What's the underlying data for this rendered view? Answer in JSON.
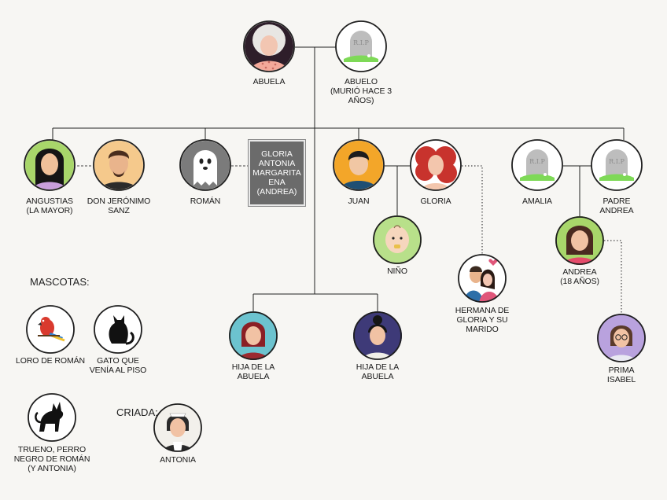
{
  "people": {
    "abuela": "Abuela",
    "abuelo": "Abuelo\n(murió hace 3\naños)",
    "angustias": "Angustias\n(la mayor)",
    "jeronimo": "Don Jerónimo\nSanz",
    "roman": "Román",
    "juan": "Juan",
    "gloria": "Gloria",
    "amalia": "Amalia",
    "padre_andrea": "Padre Andrea",
    "nino": "Niño",
    "andrea": "Andrea\n(18 años)",
    "hermana_gloria": "Hermana de\nGloria y su\nmarido",
    "prima_isabel": "Prima Isabel",
    "hija1": "Hija de la\nabuela",
    "hija2": "Hija de la\nabuela",
    "loro": "Loro de Román",
    "gato": "Gato que\nvenía al piso",
    "trueno": "Trueno, perro\nnegro de Román\n(y Antonia)",
    "antonia": "Antonia"
  },
  "note_box": "Gloria\nAntonia\nMargarita\nEna\n(Andrea)",
  "sections": {
    "mascotas": "Mascotas:",
    "criada": "Criada:"
  },
  "tombstone_text": "R.I.P",
  "colors": {
    "line": "#222222",
    "circle_border": "#1f1f1f"
  }
}
